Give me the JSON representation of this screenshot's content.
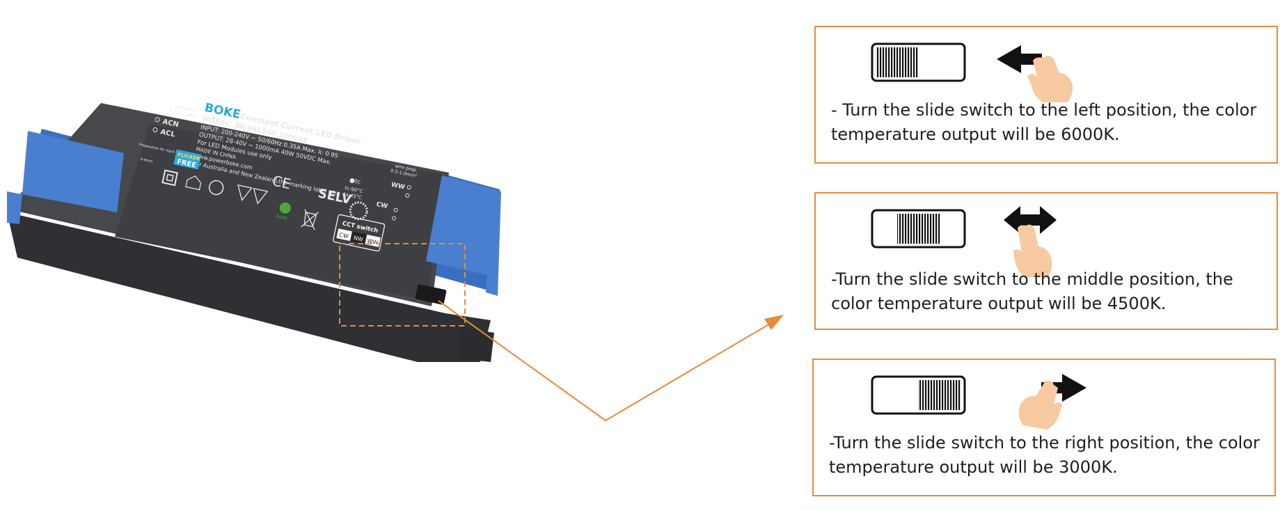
{
  "colors": {
    "accent_orange": "#e88a3a",
    "driver_body": "#3a3c40",
    "driver_top": "#4a4c50",
    "driver_caps": "#3a6fc0",
    "label_text": "#e8e8e8",
    "brand_blue": "#2aa8e0"
  },
  "driver_label": {
    "brand": "BOKE",
    "title": "Constant Current LED Driver",
    "model": "MODEL: BK-PAL040-1000AB",
    "input": "INPUT: 200-240V ~ 50/60Hz 0.35A Max. λ: 0.95",
    "output": "OUTPUT: 28-40V ⎓ 1000mA 40W  50VDC Max.",
    "use": "For LED Modules use only",
    "origin": "MADE IN CHINA",
    "website": "www.powerboke.com",
    "region": "For Australia and New Zealand,the marking label with",
    "wire_prep_left": "wire prep.",
    "wire_prep_left_size": "0.75-1.5mm²",
    "wire_prep_right": "wire prep.",
    "wire_prep_right_size": "0.5-1.0mm²",
    "acn": "ACN",
    "acl": "ACL",
    "ww": "WW",
    "cw": "CW",
    "tc": "●tc",
    "tc_value": "tc:90°C",
    "ta_value": "ta:45°C",
    "flicker": "FLICKER",
    "free": "FREE",
    "ce": "CE",
    "selv": "SELV",
    "rohs": "RoHS",
    "prep_note": "Preparation for input and output",
    "prep_len": "8-9mm",
    "cct_switch": "CCT switch",
    "cct_positions": [
      "CW",
      "NW",
      "WW"
    ]
  },
  "panels": [
    {
      "position": "left",
      "caption": "- Turn the slide switch to the left position, the color temperature output will be 6000K."
    },
    {
      "position": "middle",
      "caption": "-Turn the slide switch to the middle position, the color temperature output will be 4500K."
    },
    {
      "position": "right",
      "caption": "-Turn the slide switch to the right position, the color temperature output will be 3000K."
    }
  ]
}
